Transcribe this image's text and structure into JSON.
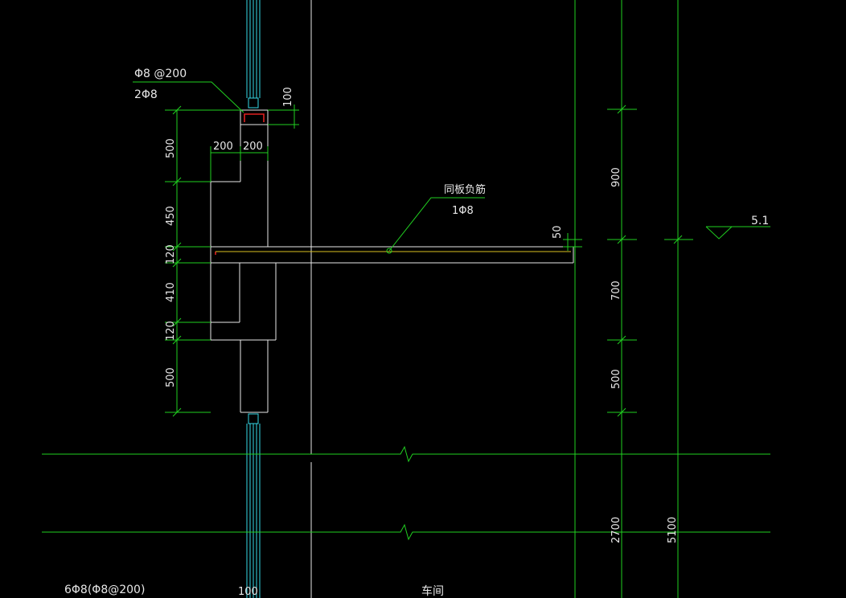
{
  "rebar_labels": {
    "stirrup": "Φ8 @200",
    "top_bars": "2Φ8",
    "slab_title": "同板负筋",
    "slab_bar": "1Φ8",
    "bottom_left": "6Φ8(Φ8@200)"
  },
  "dimensions": {
    "left_500_top": "500",
    "left_450": "450",
    "left_120_a": "120",
    "left_410": "410",
    "left_120_b": "120",
    "left_500_bottom": "500",
    "width_200_a": "200",
    "width_200_b": "200",
    "top_100": "100",
    "right_900": "900",
    "right_700": "700",
    "right_500": "500",
    "right_2700": "2700",
    "right_5100": "5100",
    "slab_50": "50",
    "bottom_100": "100"
  },
  "elevation": "5.1",
  "room_label": "车间"
}
